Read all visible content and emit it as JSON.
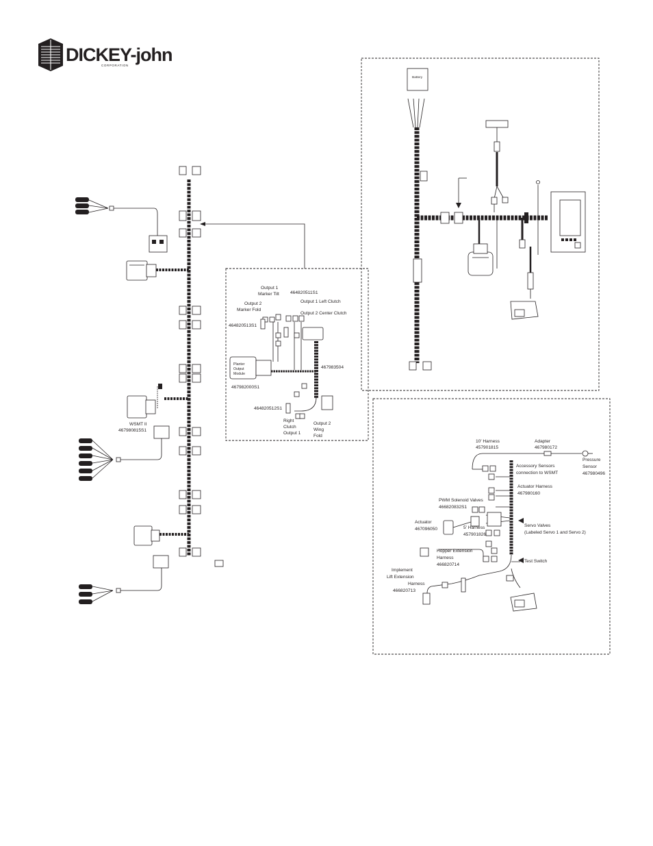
{
  "brand": {
    "name": "DICKEY-john",
    "sub": "CORPORATION"
  },
  "colors": {
    "ink": "#231f20",
    "paper": "#ffffff"
  },
  "icons": [
    "brand-logo-icon",
    "battery-icon",
    "display-monitor-icon",
    "module-icon",
    "sensor-icon",
    "connector-icon"
  ],
  "main_harness": {
    "wsmt_label": "WSMT II",
    "wsmt_part": "467980815S1"
  },
  "planter_panel": {
    "output1_marker_tilt": [
      "Output 1",
      "Marker Tilt"
    ],
    "output2_marker_fold": [
      "Output 2",
      "Marker Fold"
    ],
    "part_511": "464820511S1",
    "output1_left_clutch": "Output 1 Left Clutch",
    "output2_center_clutch": "Output  2 Center Clutch",
    "part_513": "464820513S1",
    "module_label": [
      "Planter",
      "Output",
      "Module"
    ],
    "part_504": "467983504",
    "part_module": "467982000S1",
    "part_512": "464820512S1",
    "right_clutch": [
      "Right",
      "Clutch",
      "Output 1"
    ],
    "wing_fold": [
      "Output 2",
      "Wing",
      "Fold"
    ]
  },
  "power_panel": {
    "battery_label": "Battery"
  },
  "hydraulic_panel": {
    "harness_10": [
      "10' Harness",
      "457901815"
    ],
    "adapter": [
      "Adapter",
      "467980172"
    ],
    "pressure_sensor": [
      "Pressure",
      "Sensor",
      "467980496"
    ],
    "accessory_sensors": [
      "Accessory Sensors",
      "connection to WSMT"
    ],
    "actuator_harness": [
      "Actuator Harness",
      "467980160"
    ],
    "pwm_valves": [
      "PWM Solenoid Valves",
      "466820832S1"
    ],
    "actuator": [
      "Actuator",
      "467096050"
    ],
    "harness_5": [
      "5' Harness",
      "457901826"
    ],
    "servo_valves": [
      "Servo Valves",
      "(Labeled Servo 1 and Servo 2)"
    ],
    "hopper_ext": [
      "Hopper Extension",
      "Harness",
      "466820714"
    ],
    "test_switch": "Test Switch",
    "implement_lift": [
      "Implement",
      "Lift Extension",
      "Harness",
      "466820713"
    ]
  }
}
